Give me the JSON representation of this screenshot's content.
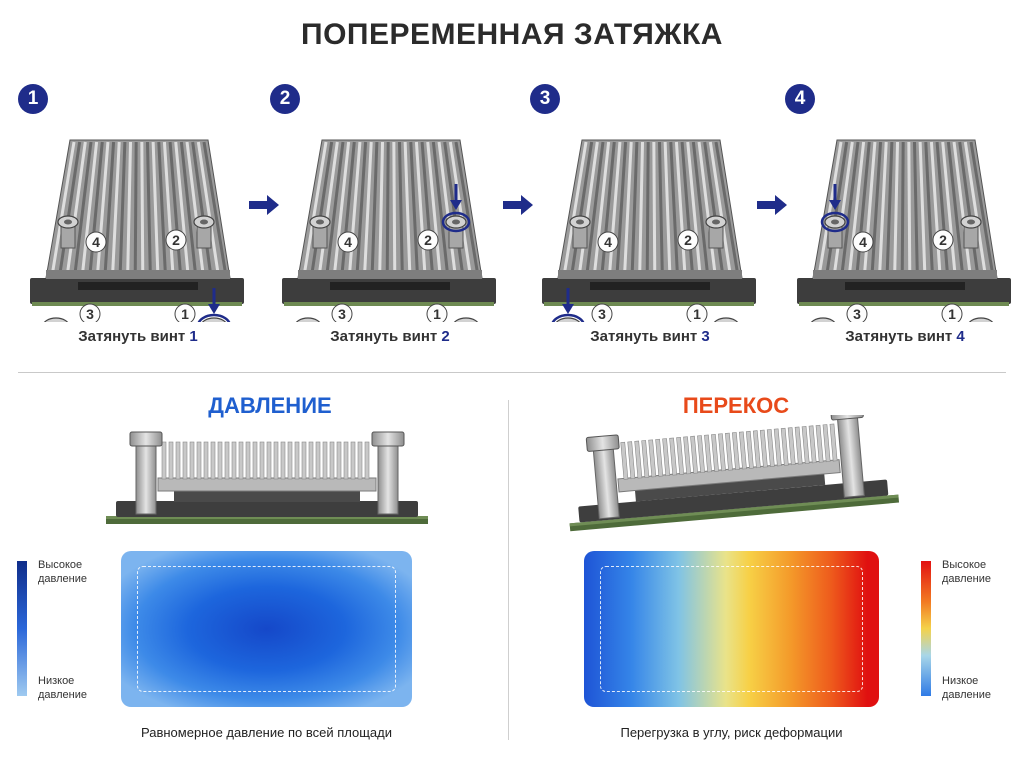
{
  "title": "ПОПЕРЕМЕННАЯ ЗАТЯЖКА",
  "steps": [
    {
      "number": "1",
      "caption_prefix": "Затянуть винт",
      "caption_num": "1",
      "active_screw": "1"
    },
    {
      "number": "2",
      "caption_prefix": "Затянуть винт",
      "caption_num": "2",
      "active_screw": "2"
    },
    {
      "number": "3",
      "caption_prefix": "Затянуть винт",
      "caption_num": "3",
      "active_screw": "3"
    },
    {
      "number": "4",
      "caption_prefix": "Затянуть винт",
      "caption_num": "4",
      "active_screw": "4"
    }
  ],
  "screw_labels": [
    "1",
    "2",
    "3",
    "4"
  ],
  "pressure": {
    "title": "ДАВЛЕНИЕ",
    "legend_high": "Высокое давление",
    "legend_low": "Низкое давление",
    "caption": "Равномерное давление по всей площади"
  },
  "skew": {
    "title": "ПЕРЕКОС",
    "legend_high": "Высокое давление",
    "legend_low": "Низкое давление",
    "caption": "Перегрузка в углу, риск деформации"
  },
  "colors": {
    "accent_navy": "#1f2c8a",
    "pressure_blue": "#1f5fcf",
    "skew_red": "#e84a1a"
  }
}
